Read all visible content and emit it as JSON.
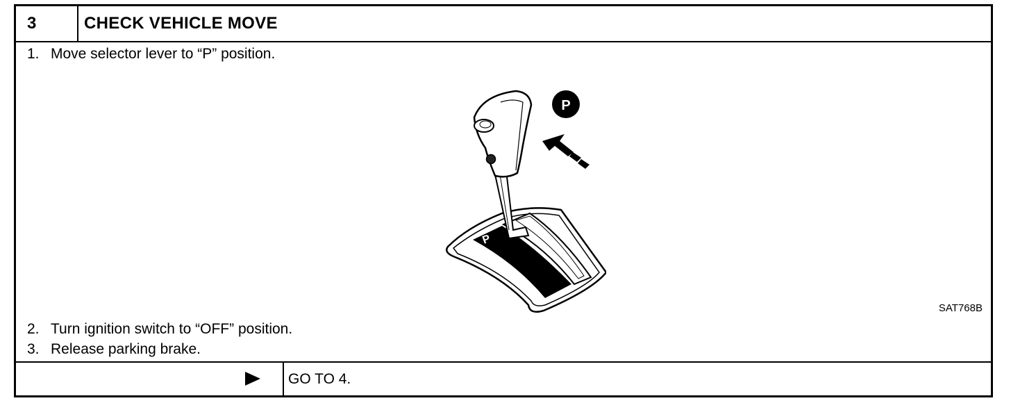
{
  "step": {
    "number": "3",
    "title": "CHECK VEHICLE MOVE"
  },
  "instructions": [
    {
      "num": "1.",
      "text": "Move selector lever to “P” position."
    },
    {
      "num": "2.",
      "text": "Turn ignition switch to “OFF” position."
    },
    {
      "num": "3.",
      "text": "Release parking brake."
    }
  ],
  "figure": {
    "code": "SAT768B",
    "badge": "P",
    "gate_label": "P",
    "icons": [
      "selector-lever-illustration",
      "p-position-badge-icon",
      "direction-arrow-icon"
    ]
  },
  "result": {
    "arrow_icon": "right-triangle-arrow-icon",
    "action": "GO TO 4."
  },
  "colors": {
    "ink": "#000000",
    "paper": "#ffffff"
  }
}
